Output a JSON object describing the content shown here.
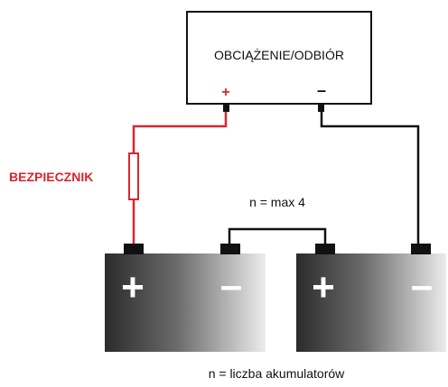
{
  "load": {
    "label": "OBCIĄŻENIE/ODBIÓR",
    "plus_sign": "+",
    "minus_sign": "–"
  },
  "fuse": {
    "label": "BEZPIECZNIK"
  },
  "series_note": "n = max 4",
  "battery_left": {
    "plus_sign": "+",
    "minus_sign": "–"
  },
  "battery_right": {
    "plus_sign": "+",
    "minus_sign": "–"
  },
  "footnote": "n = liczba akumulatorów",
  "colors": {
    "positive_wire": "#d9262e",
    "negative_wire": "#111111",
    "battery_dark": "#2a2a2a",
    "battery_light": "#e6e6e6"
  }
}
